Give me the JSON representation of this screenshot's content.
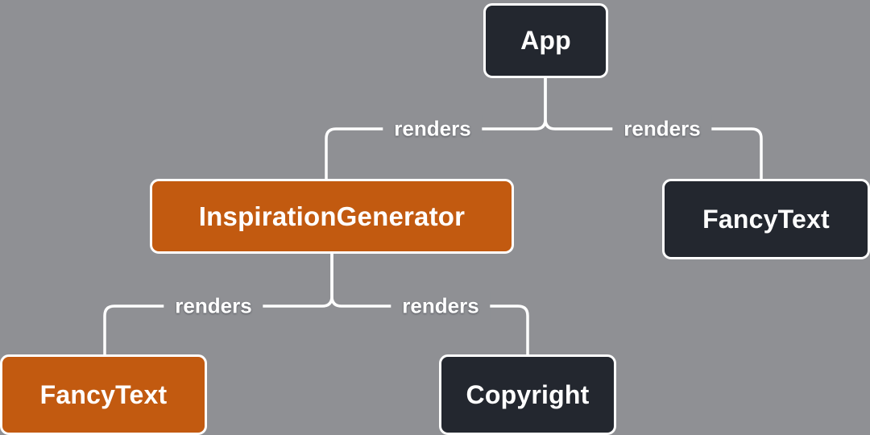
{
  "diagram": {
    "type": "tree",
    "description": "Component render tree",
    "nodes": {
      "app": {
        "label": "App",
        "variant": "dark"
      },
      "inspiration_generator": {
        "label": "InspirationGenerator",
        "variant": "orange"
      },
      "fancy_text_right": {
        "label": "FancyText",
        "variant": "dark"
      },
      "fancy_text_left": {
        "label": "FancyText",
        "variant": "orange"
      },
      "copyright": {
        "label": "Copyright",
        "variant": "dark"
      }
    },
    "edges": [
      {
        "from": "App",
        "to": "InspirationGenerator",
        "label": "renders"
      },
      {
        "from": "App",
        "to": "FancyText",
        "label": "renders"
      },
      {
        "from": "InspirationGenerator",
        "to": "FancyText",
        "label": "renders"
      },
      {
        "from": "InspirationGenerator",
        "to": "Copyright",
        "label": "renders"
      }
    ],
    "colors": {
      "background": "#8F9094",
      "node_dark": "#23272F",
      "node_orange": "#C25A10",
      "node_border": "#FFFFFF",
      "connector": "#FFFFFF",
      "text": "#FFFFFF"
    }
  }
}
